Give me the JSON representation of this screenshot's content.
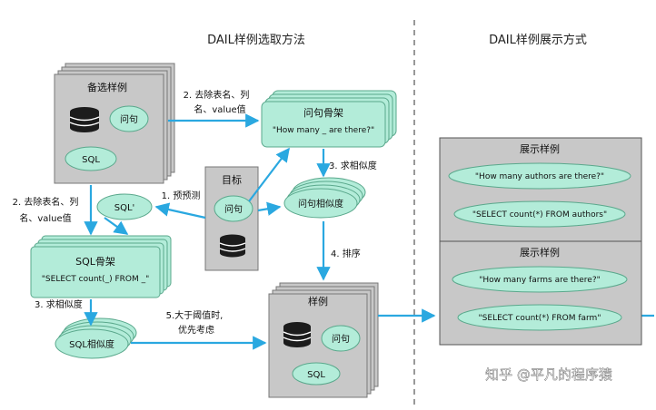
{
  "left_title": "DAIL样例选取方法",
  "right_title": "DAIL样例展示方式",
  "candidates": {
    "title": "备选样例",
    "question": "问句",
    "sql": "SQL"
  },
  "target": {
    "title": "目标",
    "question": "问句"
  },
  "skeleton_q": {
    "title": "问句骨架",
    "text": "\"How many _ are there?\""
  },
  "skeleton_sql": {
    "title": "SQL骨架",
    "text": "\"SELECT count(_) FROM _\""
  },
  "sql_prime": "SQL'",
  "q_sim": "问句相似度",
  "sql_sim": "SQL相似度",
  "example": {
    "title": "样例",
    "question": "问句",
    "sql": "SQL"
  },
  "steps": {
    "remove_top_1": "2. 去除表名、列",
    "remove_top_2": "名、value值",
    "predict": "1. 预预测",
    "remove_left_1": "2. 去除表名、列",
    "remove_left_2": "名、value值",
    "sim_q": "3. 求相似度",
    "sort": "4. 排序",
    "sim_sql": "3. 求相似度",
    "threshold_1": "5.大于阈值时,",
    "threshold_2": "优先考虑"
  },
  "display": [
    {
      "title": "展示样例",
      "question": "\"How many authors are there?\"",
      "sql": "\"SELECT count(*) FROM authors\""
    },
    {
      "title": "展示样例",
      "question": "\"How many farms are there?\"",
      "sql": "\"SELECT count(*) FROM farm\""
    }
  ],
  "watermark": "知乎 @平凡的程序猿",
  "colors": {
    "green": "#b3ecd9",
    "green_border": "#5aa88c",
    "grey_card": "#c8c8c8",
    "grey_border": "#8a8a8a",
    "blue": "#2aa8e0",
    "db": "#1c1c1c"
  }
}
